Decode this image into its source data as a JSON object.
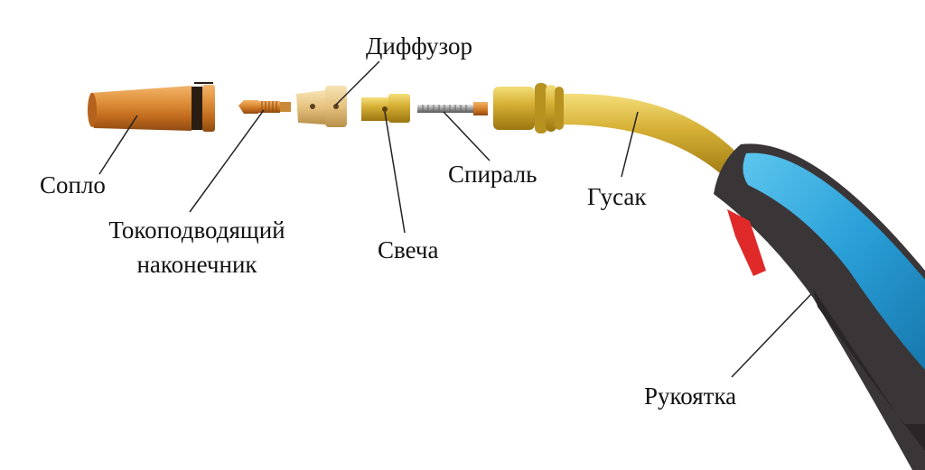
{
  "labels": {
    "diffuser": "Диффузор",
    "nozzle": "Сопло",
    "contact_tip_line1": "Токоподводящий",
    "contact_tip_line2": "наконечник",
    "spark_plug": "Свеча",
    "spiral": "Спираль",
    "gooseneck": "Гусак",
    "handle": "Рукоятка"
  },
  "colors": {
    "copper": "#d9822b",
    "brass": "#c9a227",
    "handle_blue": "#2aa8dc",
    "handle_dark": "#3a3638",
    "trigger_red": "#e02a2a",
    "diffuser_beige": "#e8c98a",
    "text": "#111111"
  }
}
